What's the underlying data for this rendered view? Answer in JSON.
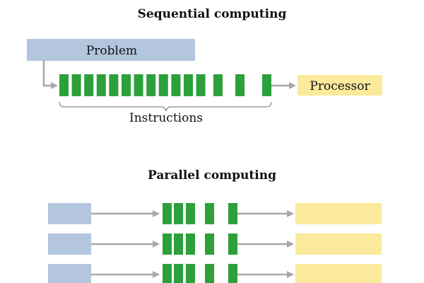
{
  "sequential": {
    "title": "Sequential computing",
    "problem_label": "Problem",
    "processor_label": "Processor",
    "instructions_label": "Instructions"
  },
  "parallel": {
    "title": "Parallel computing"
  },
  "colors": {
    "problem": "#b3c6dd",
    "processor": "#fbe99c",
    "instruction": "#2ca03a",
    "arrow": "#a8a8a8",
    "brace": "#888888"
  }
}
